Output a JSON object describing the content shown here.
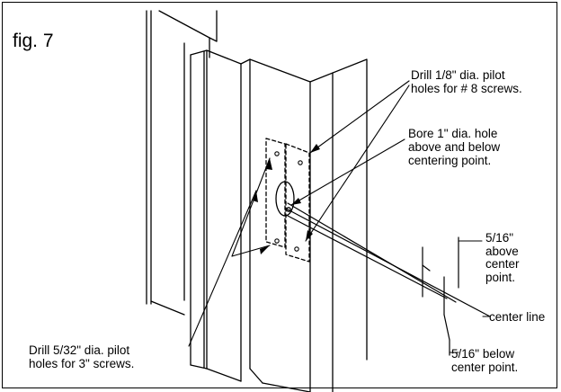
{
  "figure": {
    "label": "fig. 7"
  },
  "annotations": {
    "pilot_holes_8": [
      "Drill 1/8\" dia. pilot",
      "holes for # 8 screws."
    ],
    "bore_hole": [
      "Bore 1\" dia. hole",
      "above and below",
      "centering point."
    ],
    "above_center": [
      "5/16\"",
      "above",
      "center",
      "point."
    ],
    "center_line": "center line",
    "below_center": [
      "5/16\" below",
      "center point."
    ],
    "pilot_holes_3": [
      "Drill 5/32\" dia. pilot",
      "holes for 3\" screws."
    ]
  },
  "colors": {
    "ink": "#000000",
    "paper": "#ffffff"
  }
}
